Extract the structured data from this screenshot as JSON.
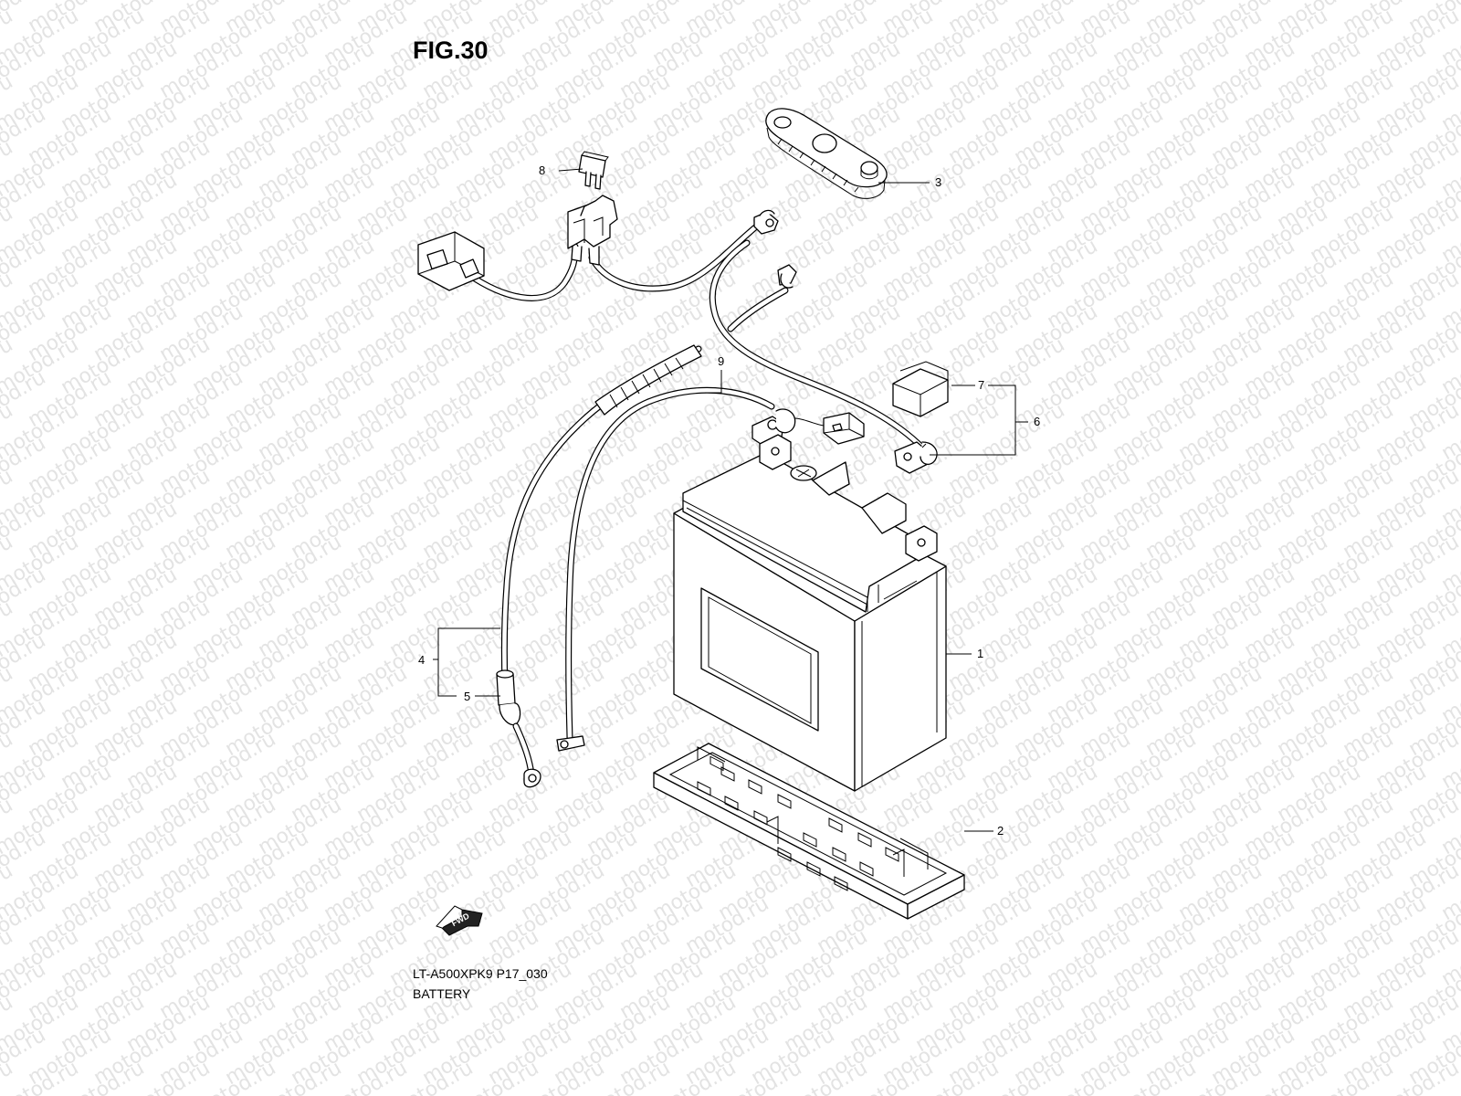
{
  "figure": {
    "title": "FIG.30",
    "model_code": "LT-A500XPK9 P17_030",
    "name": "BATTERY"
  },
  "watermark": {
    "text": "motod.ru",
    "color": "#e3e3e3"
  },
  "direction_marker": {
    "text": "FWD",
    "icon": "forward-arrow-icon"
  },
  "callouts": [
    {
      "id": "1",
      "label": "1"
    },
    {
      "id": "2",
      "label": "2"
    },
    {
      "id": "3",
      "label": "3"
    },
    {
      "id": "4",
      "label": "4"
    },
    {
      "id": "5",
      "label": "5"
    },
    {
      "id": "6",
      "label": "6"
    },
    {
      "id": "7",
      "label": "7"
    },
    {
      "id": "8",
      "label": "8"
    },
    {
      "id": "9",
      "label": "9"
    }
  ]
}
